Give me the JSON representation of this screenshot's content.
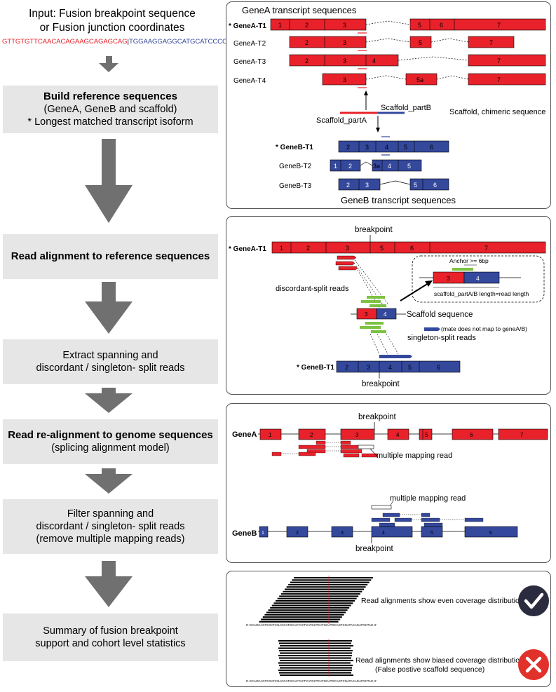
{
  "input": {
    "line1": "Input: Fusion breakpoint sequence",
    "line2": "or Fusion junction coordinates",
    "seq_a": "GTTGTGTTCAACACAGAAGCAGAGCAG",
    "seq_sep": "|",
    "seq_b": "TGGAAGGAGGCATGCATCCCCAGCTGAT"
  },
  "steps": [
    {
      "bold": "Build reference sequences",
      "lines": [
        "(GeneA, GeneB and scaffold)",
        "* Longest matched transcript isoform"
      ]
    },
    {
      "bold": "Read alignment to reference sequences",
      "lines": []
    },
    {
      "bold": "",
      "lines": [
        "Extract spanning and",
        "discordant / singleton- split reads"
      ]
    },
    {
      "bold": "Read re-alignment to genome sequences",
      "lines": [
        "(splicing alignment model)"
      ]
    },
    {
      "bold": "",
      "lines": [
        "Filter spanning and",
        "discordant / singleton- split reads",
        "(remove multiple mapping reads)"
      ]
    },
    {
      "bold": "",
      "lines": [
        "Summary of fusion breakpoint",
        "support and cohort level statistics"
      ]
    }
  ],
  "panel1": {
    "title": "GeneA transcript sequences",
    "footer": "GeneB transcript sequences",
    "a_transcripts": [
      "* GeneA-T1",
      "GeneA-T2",
      "GeneA-T3",
      "GeneA-T4"
    ],
    "b_transcripts": [
      "* GeneB-T1",
      "GeneB-T2",
      "GeneB-T3"
    ],
    "scaffold_a": "Scaffold_partA",
    "scaffold_b": "Scaffold_partB",
    "scaffold_desc": "Scaffold, chimeric sequence",
    "a_exons": [
      [
        "1",
        "2",
        "3",
        "5",
        "6",
        "7"
      ],
      [
        "2",
        "3",
        "5",
        "7"
      ],
      [
        "2",
        "3",
        "4",
        "7"
      ],
      [
        "3",
        "5a",
        "7"
      ]
    ],
    "b_exons": [
      [
        "2",
        "3",
        "4",
        "5",
        "6"
      ],
      [
        "1",
        "2",
        "3a",
        "4",
        "5"
      ],
      [
        "2",
        "3",
        "5",
        "6"
      ]
    ]
  },
  "panel2": {
    "breakpoint": "breakpoint",
    "gene_a": "* GeneA-T1",
    "gene_b": "* GeneB-T1",
    "a_exons": [
      "1",
      "2",
      "3",
      "5",
      "6",
      "7"
    ],
    "b_exons": [
      "2",
      "3",
      "4",
      "5",
      "6"
    ],
    "discordant": "discordant-split reads",
    "scaffold": "Scaffold sequence",
    "mate_note": "(mate does not map to geneA/B)",
    "singleton": "singleton-split reads",
    "anchor": "Anchor >= 6bp",
    "inset_exons": [
      "3",
      "4"
    ],
    "length_note": "scaffold_partA/B length=read length"
  },
  "panel3": {
    "breakpoint": "breakpoint",
    "gene_a": "GeneA",
    "gene_b": "GeneB",
    "a_exons": [
      "1",
      "2",
      "3",
      "4",
      "5",
      "6",
      "7"
    ],
    "b_exons": [
      "1",
      "2",
      "3",
      "4",
      "5",
      "6"
    ],
    "multi_a": "multiple mapping read",
    "multi_b": "multiple mapping read"
  },
  "panel4": {
    "even": "Read alignments show even coverage distribution",
    "biased_1": "Read alignments show biased coverage distribution",
    "biased_2": "(False postive scaffold sequence)",
    "sequence": "5'-GCAGCAGTCGATCGACGATGCACTACTCATGCTCATGCATGCAGTCGATACAGATGCTAG-3'"
  },
  "colors": {
    "geneA": "#e8212a",
    "geneB": "#34489c",
    "read_green": "#7dc242",
    "arrow": "#707070",
    "step_bg": "#e6e6e6",
    "check_bg": "#2b2b3f",
    "cross_bg": "#e0312b"
  }
}
